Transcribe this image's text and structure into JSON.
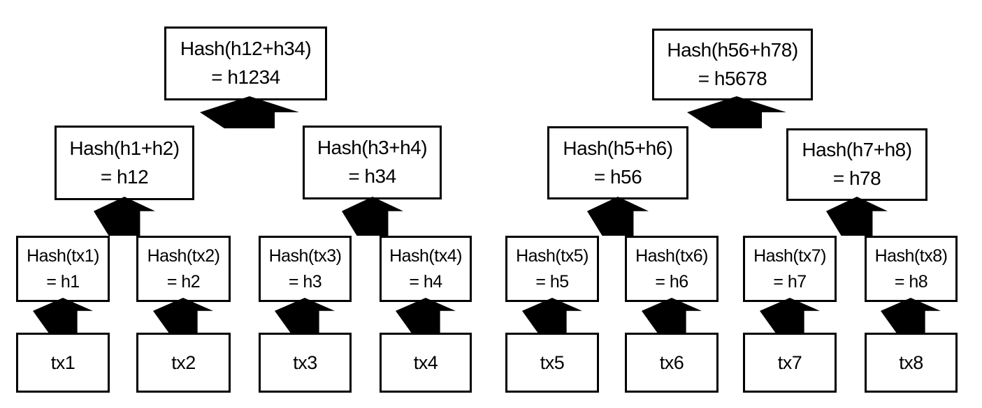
{
  "page": {
    "background": "#ffffff"
  },
  "colors": {
    "box_border": "#000000",
    "box_fill": "#ffffff",
    "arrow": "#000000",
    "text": "#000000"
  },
  "icons": {
    "connector": "up-block-arrow-icon"
  },
  "tree": {
    "roots": [
      {
        "id": "h1234",
        "line1": "Hash(h12+h34)",
        "line2": "= h1234"
      },
      {
        "id": "h5678",
        "line1": "Hash(h56+h78)",
        "line2": "= h5678"
      }
    ],
    "pairs": [
      {
        "id": "h12",
        "line1": "Hash(h1+h2)",
        "line2": "= h12"
      },
      {
        "id": "h34",
        "line1": "Hash(h3+h4)",
        "line2": "= h34"
      },
      {
        "id": "h56",
        "line1": "Hash(h5+h6)",
        "line2": "= h56"
      },
      {
        "id": "h78",
        "line1": "Hash(h7+h8)",
        "line2": "= h78"
      }
    ],
    "leaf_hashes": [
      {
        "id": "h1",
        "line1": "Hash(tx1)",
        "line2": "= h1"
      },
      {
        "id": "h2",
        "line1": "Hash(tx2)",
        "line2": "= h2"
      },
      {
        "id": "h3",
        "line1": "Hash(tx3)",
        "line2": "= h3"
      },
      {
        "id": "h4",
        "line1": "Hash(tx4)",
        "line2": "= h4"
      },
      {
        "id": "h5",
        "line1": "Hash(tx5)",
        "line2": "= h5"
      },
      {
        "id": "h6",
        "line1": "Hash(tx6)",
        "line2": "= h6"
      },
      {
        "id": "h7",
        "line1": "Hash(tx7)",
        "line2": "= h7"
      },
      {
        "id": "h8",
        "line1": "Hash(tx8)",
        "line2": "= h8"
      }
    ],
    "transactions": [
      {
        "label": "tx1"
      },
      {
        "label": "tx2"
      },
      {
        "label": "tx3"
      },
      {
        "label": "tx4"
      },
      {
        "label": "tx5"
      },
      {
        "label": "tx6"
      },
      {
        "label": "tx7"
      },
      {
        "label": "tx8"
      }
    ]
  }
}
